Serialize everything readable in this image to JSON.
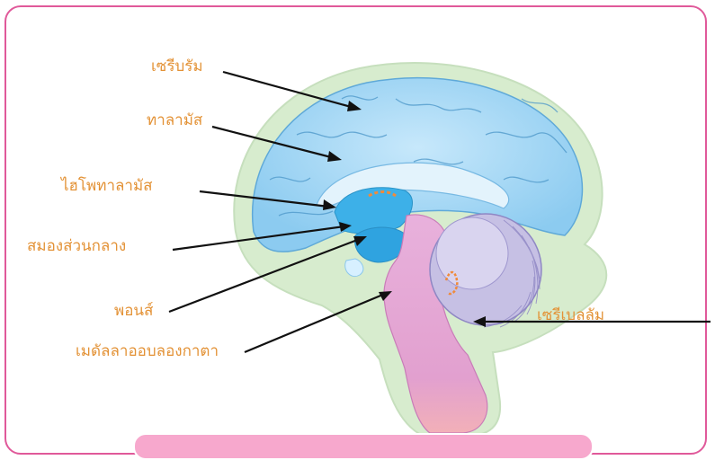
{
  "diagram": {
    "labels": {
      "cerebrum": "เซรีบรัม",
      "thalamus": "ทาลามัส",
      "hypothalamus": "ไฮโพทาลามัส",
      "midbrain": "สมองส่วนกลาง",
      "pons": "พอนส์",
      "medulla": "เมดัลลาออบลองกาตา",
      "cerebellum": "เซรีเบลลัม"
    },
    "colors": {
      "frame": "#e0599a",
      "label_text": "#e39236",
      "cerebrum": "#a9d8f5",
      "brainstem": "#e6a7d6",
      "cerebellum": "#c9c3e6",
      "caption_bar": "#f7a8cd"
    }
  }
}
